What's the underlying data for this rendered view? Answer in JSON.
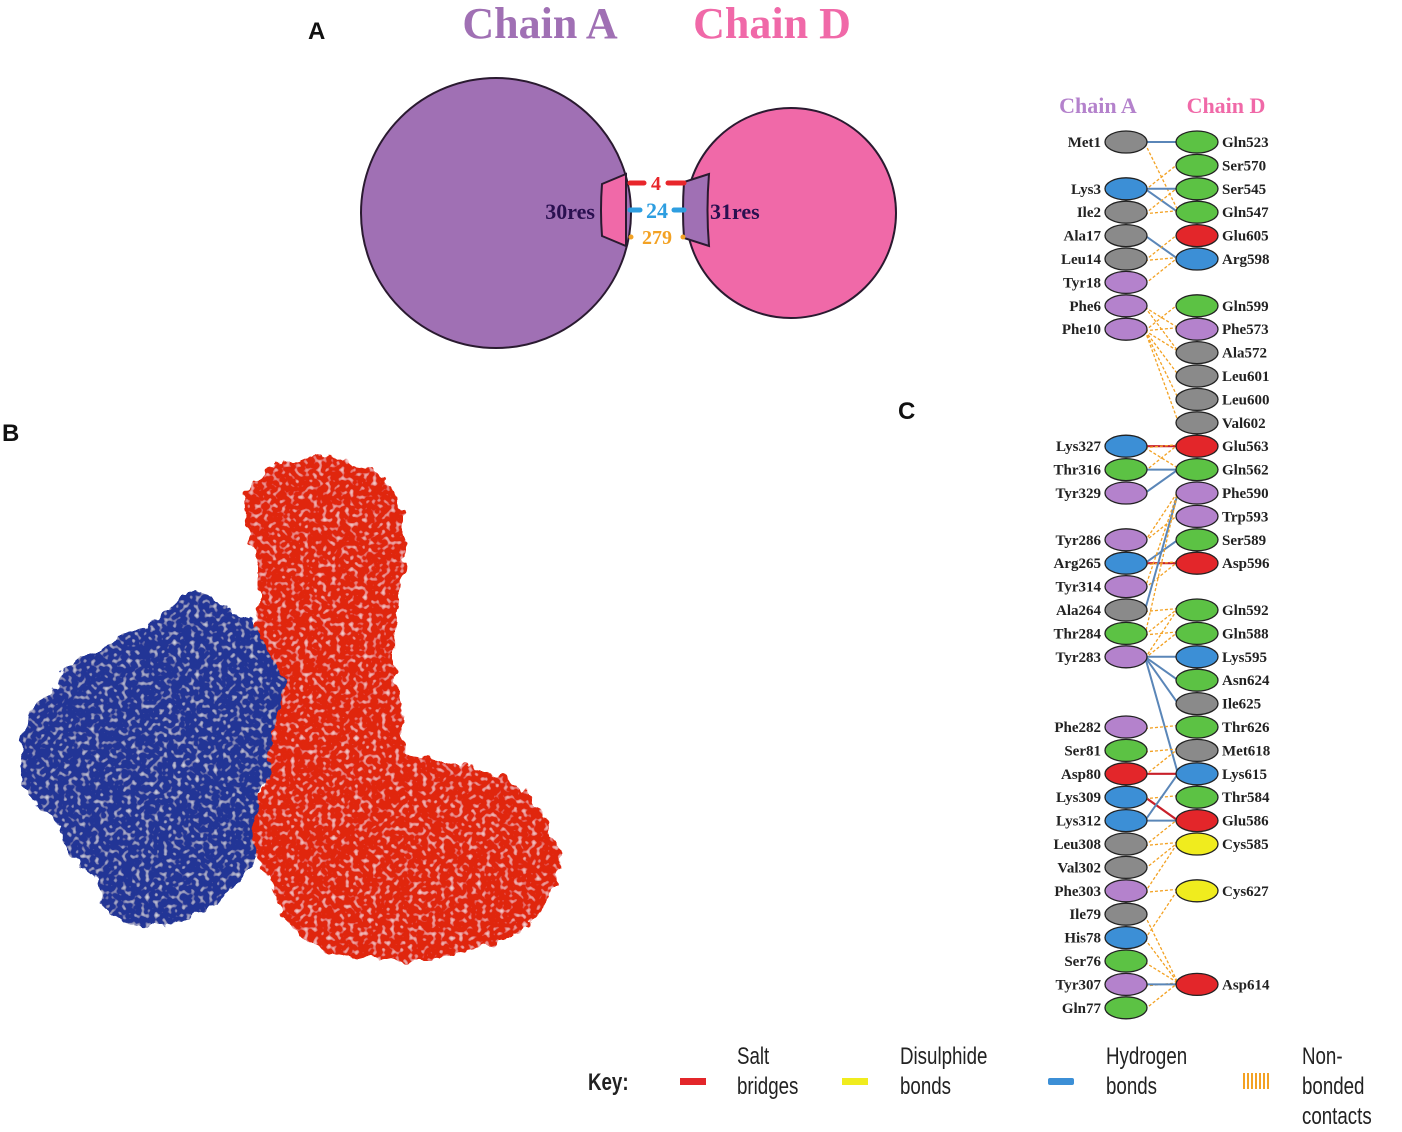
{
  "panels": {
    "a": "A",
    "b": "B",
    "c": "C"
  },
  "panel_a": {
    "chain_a_title": "Chain A",
    "chain_d_title": "Chain D",
    "chain_a_res": "30res",
    "chain_d_res": "31res",
    "salt_bridges": "4",
    "hydrogen_bonds": "24",
    "non_bonded": "279",
    "colors": {
      "chain_a": "#a070b4",
      "chain_d": "#f069a8",
      "salt": "#e8262b",
      "hbond": "#2e9ee0",
      "nonbond": "#f3a224"
    }
  },
  "panel_b": {
    "colors": {
      "blue": "#233596",
      "red": "#e0260f"
    }
  },
  "panel_c": {
    "chain_a_title": "Chain A",
    "chain_d_title": "Chain D",
    "colors": {
      "grey": "#8a8a8a",
      "blue": "#3c8fd6",
      "green": "#5cc244",
      "purple": "#b482cc",
      "red": "#e3262a",
      "yellow": "#f0ec1e"
    },
    "left": [
      {
        "name": "Met1",
        "row": 0,
        "color": "grey"
      },
      {
        "name": "Lys3",
        "row": 2,
        "color": "blue"
      },
      {
        "name": "Ile2",
        "row": 3,
        "color": "grey"
      },
      {
        "name": "Ala17",
        "row": 4,
        "color": "grey"
      },
      {
        "name": "Leu14",
        "row": 5,
        "color": "grey"
      },
      {
        "name": "Tyr18",
        "row": 6,
        "color": "purple"
      },
      {
        "name": "Phe6",
        "row": 7,
        "color": "purple"
      },
      {
        "name": "Phe10",
        "row": 8,
        "color": "purple"
      },
      {
        "name": "Lys327",
        "row": 13,
        "color": "blue"
      },
      {
        "name": "Thr316",
        "row": 14,
        "color": "green"
      },
      {
        "name": "Tyr329",
        "row": 15,
        "color": "purple"
      },
      {
        "name": "Tyr286",
        "row": 17,
        "color": "purple"
      },
      {
        "name": "Arg265",
        "row": 18,
        "color": "blue"
      },
      {
        "name": "Tyr314",
        "row": 19,
        "color": "purple"
      },
      {
        "name": "Ala264",
        "row": 20,
        "color": "grey"
      },
      {
        "name": "Thr284",
        "row": 21,
        "color": "green"
      },
      {
        "name": "Tyr283",
        "row": 22,
        "color": "purple"
      },
      {
        "name": "Phe282",
        "row": 25,
        "color": "purple"
      },
      {
        "name": "Ser81",
        "row": 26,
        "color": "green"
      },
      {
        "name": "Asp80",
        "row": 27,
        "color": "red"
      },
      {
        "name": "Lys309",
        "row": 28,
        "color": "blue"
      },
      {
        "name": "Lys312",
        "row": 29,
        "color": "blue"
      },
      {
        "name": "Leu308",
        "row": 30,
        "color": "grey"
      },
      {
        "name": "Val302",
        "row": 31,
        "color": "grey"
      },
      {
        "name": "Phe303",
        "row": 32,
        "color": "purple"
      },
      {
        "name": "Ile79",
        "row": 33,
        "color": "grey"
      },
      {
        "name": "His78",
        "row": 34,
        "color": "blue"
      },
      {
        "name": "Ser76",
        "row": 35,
        "color": "green"
      },
      {
        "name": "Tyr307",
        "row": 36,
        "color": "purple"
      },
      {
        "name": "Gln77",
        "row": 37,
        "color": "green"
      }
    ],
    "right": [
      {
        "name": "Gln523",
        "row": 0,
        "color": "green"
      },
      {
        "name": "Ser570",
        "row": 1,
        "color": "green"
      },
      {
        "name": "Ser545",
        "row": 2,
        "color": "green"
      },
      {
        "name": "Gln547",
        "row": 3,
        "color": "green"
      },
      {
        "name": "Glu605",
        "row": 4,
        "color": "red"
      },
      {
        "name": "Arg598",
        "row": 5,
        "color": "blue"
      },
      {
        "name": "Gln599",
        "row": 7,
        "color": "green"
      },
      {
        "name": "Phe573",
        "row": 8,
        "color": "purple"
      },
      {
        "name": "Ala572",
        "row": 9,
        "color": "grey"
      },
      {
        "name": "Leu601",
        "row": 10,
        "color": "grey"
      },
      {
        "name": "Leu600",
        "row": 11,
        "color": "grey"
      },
      {
        "name": "Val602",
        "row": 12,
        "color": "grey"
      },
      {
        "name": "Glu563",
        "row": 13,
        "color": "red"
      },
      {
        "name": "Gln562",
        "row": 14,
        "color": "green"
      },
      {
        "name": "Phe590",
        "row": 15,
        "color": "purple"
      },
      {
        "name": "Trp593",
        "row": 16,
        "color": "purple"
      },
      {
        "name": "Ser589",
        "row": 17,
        "color": "green"
      },
      {
        "name": "Asp596",
        "row": 18,
        "color": "red"
      },
      {
        "name": "Gln592",
        "row": 20,
        "color": "green"
      },
      {
        "name": "Gln588",
        "row": 21,
        "color": "green"
      },
      {
        "name": "Lys595",
        "row": 22,
        "color": "blue"
      },
      {
        "name": "Asn624",
        "row": 23,
        "color": "green"
      },
      {
        "name": "Ile625",
        "row": 24,
        "color": "grey"
      },
      {
        "name": "Thr626",
        "row": 25,
        "color": "green"
      },
      {
        "name": "Met618",
        "row": 26,
        "color": "grey"
      },
      {
        "name": "Lys615",
        "row": 27,
        "color": "blue"
      },
      {
        "name": "Thr584",
        "row": 28,
        "color": "green"
      },
      {
        "name": "Glu586",
        "row": 29,
        "color": "red"
      },
      {
        "name": "Cys585",
        "row": 30,
        "color": "yellow"
      },
      {
        "name": "Cys627",
        "row": 32,
        "color": "yellow"
      },
      {
        "name": "Asp614",
        "row": 36,
        "color": "red"
      }
    ],
    "links": [
      [
        0,
        0,
        "h"
      ],
      [
        0,
        3,
        "n"
      ],
      [
        2,
        1,
        "n"
      ],
      [
        2,
        2,
        "h"
      ],
      [
        2,
        3,
        "h"
      ],
      [
        3,
        2,
        "n"
      ],
      [
        3,
        3,
        "n"
      ],
      [
        4,
        5,
        "h"
      ],
      [
        5,
        5,
        "n"
      ],
      [
        5,
        4,
        "n"
      ],
      [
        6,
        5,
        "n"
      ],
      [
        7,
        8,
        "n"
      ],
      [
        8,
        7,
        "n"
      ],
      [
        8,
        8,
        "n"
      ],
      [
        8,
        9,
        "n"
      ],
      [
        8,
        10,
        "n"
      ],
      [
        8,
        11,
        "n"
      ],
      [
        8,
        12,
        "n"
      ],
      [
        7,
        9,
        "n"
      ],
      [
        13,
        13,
        "s"
      ],
      [
        13,
        13,
        "n"
      ],
      [
        13,
        14,
        "n"
      ],
      [
        14,
        14,
        "h"
      ],
      [
        14,
        13,
        "n"
      ],
      [
        15,
        14,
        "h"
      ],
      [
        17,
        15,
        "n"
      ],
      [
        17,
        16,
        "n"
      ],
      [
        18,
        18,
        "s"
      ],
      [
        18,
        17,
        "h"
      ],
      [
        18,
        18,
        "n"
      ],
      [
        19,
        15,
        "n"
      ],
      [
        19,
        18,
        "n"
      ],
      [
        20,
        15,
        "h"
      ],
      [
        20,
        20,
        "n"
      ],
      [
        21,
        21,
        "n"
      ],
      [
        21,
        20,
        "n"
      ],
      [
        22,
        21,
        "n"
      ],
      [
        22,
        20,
        "n"
      ],
      [
        22,
        22,
        "h"
      ],
      [
        22,
        23,
        "h"
      ],
      [
        22,
        24,
        "h"
      ],
      [
        22,
        27,
        "h"
      ],
      [
        21,
        15,
        "n"
      ],
      [
        25,
        25,
        "n"
      ],
      [
        26,
        26,
        "n"
      ],
      [
        27,
        27,
        "s"
      ],
      [
        27,
        26,
        "n"
      ],
      [
        28,
        29,
        "s"
      ],
      [
        28,
        28,
        "n"
      ],
      [
        29,
        29,
        "h"
      ],
      [
        29,
        27,
        "h"
      ],
      [
        30,
        30,
        "n"
      ],
      [
        30,
        29,
        "n"
      ],
      [
        32,
        32,
        "n"
      ],
      [
        32,
        30,
        "n"
      ],
      [
        33,
        36,
        "n"
      ],
      [
        34,
        36,
        "n"
      ],
      [
        34,
        32,
        "n"
      ],
      [
        35,
        36,
        "n"
      ],
      [
        36,
        36,
        "n"
      ],
      [
        36,
        36,
        "h"
      ],
      [
        37,
        36,
        "n"
      ],
      [
        31,
        30,
        "n"
      ]
    ]
  },
  "key": {
    "title": "Key:",
    "items": [
      {
        "line1": "Salt",
        "line2": "bridges",
        "color": "#e3262a",
        "style": "solid"
      },
      {
        "line1": "Disulphide",
        "line2": "bonds",
        "color": "#f0ec1e",
        "style": "solid"
      },
      {
        "line1": "Hydrogen",
        "line2": "bonds",
        "color": "#3c8fd6",
        "style": "solid"
      },
      {
        "line1": "Non-bonded",
        "line2": "contacts",
        "color": "#f3a224",
        "style": "dashed"
      }
    ]
  }
}
